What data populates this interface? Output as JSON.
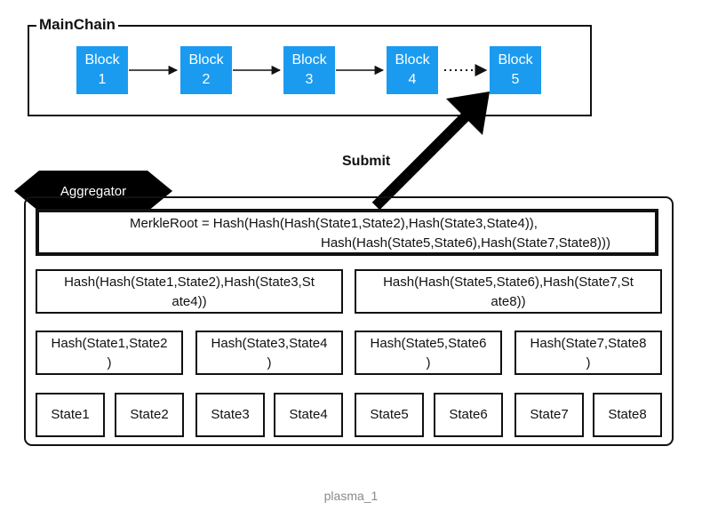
{
  "mainchain": {
    "title": "MainChain",
    "blocks": [
      {
        "line1": "Block",
        "line2": "1"
      },
      {
        "line1": "Block",
        "line2": "2"
      },
      {
        "line1": "Block",
        "line2": "3"
      },
      {
        "line1": "Block",
        "line2": "4"
      },
      {
        "line1": "Block",
        "line2": "5"
      }
    ],
    "block_color": "#1a9bf0"
  },
  "submit_label": "Submit",
  "aggregator": {
    "label": "Aggregator",
    "merkle_root": {
      "line1": "MerkleRoot = Hash(Hash(Hash(State1,State2),Hash(State3,State4)),",
      "line2": "Hash(Hash(State5,State6),Hash(State7,State8)))"
    },
    "level2": [
      {
        "line1": "Hash(Hash(State1,State2),Hash(State3,St",
        "line2": "ate4))"
      },
      {
        "line1": "Hash(Hash(State5,State6),Hash(State7,St",
        "line2": "ate8))"
      }
    ],
    "level1": [
      {
        "line1": "Hash(State1,State2",
        "line2": ")"
      },
      {
        "line1": "Hash(State3,State4",
        "line2": ")"
      },
      {
        "line1": "Hash(State5,State6",
        "line2": ")"
      },
      {
        "line1": "Hash(State7,State8",
        "line2": ")"
      }
    ],
    "states": [
      "State1",
      "State2",
      "State3",
      "State4",
      "State5",
      "State6",
      "State7",
      "State8"
    ]
  },
  "caption": "plasma_1"
}
